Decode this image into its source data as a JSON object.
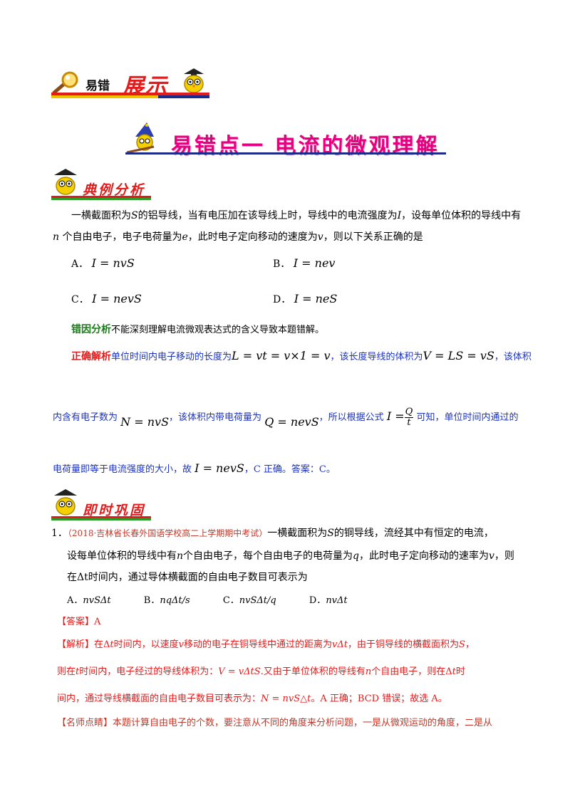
{
  "banner": {
    "small": "易错",
    "big": "展示"
  },
  "main_title": "易错点一  电流的微观理解",
  "section1": {
    "title": "典例分析"
  },
  "question": {
    "line1_a": "一横截面积为",
    "line1_S": "S",
    "line1_b": "的铝导线，当有电压加在该导线上时，导线中的电流强度为",
    "line1_I": "I",
    "line1_c": "，设每单位体积的导线中有",
    "line2_n": "n",
    "line2_a": "个自由电子，电子电荷量为",
    "line2_e": "e",
    "line2_b": "，此时电子定向移动的速度为",
    "line2_v": "v",
    "line2_c": "，则以下关系正确的是"
  },
  "options": [
    {
      "label": "A．",
      "expr": "I = nvS"
    },
    {
      "label": "B．",
      "expr": "I = nev"
    },
    {
      "label": "C．",
      "expr": "I = nevS"
    },
    {
      "label": "D．",
      "expr": "I = neS"
    }
  ],
  "error_cause": {
    "label": "错因分析",
    "text": "不能深刻理解电流微观表达式的含义导致本题错解。"
  },
  "correct_analysis": {
    "label": "正确解析",
    "t1": "单位时间内电子移动的长度为",
    "m1": "L = vt = v×1 = v",
    "t2": "，该长度导线的体积为",
    "m2": "V = LS = vS",
    "t3": "，该体积",
    "t4": "内含有电子数为",
    "m3": "N = nvS",
    "t5": "，该体积内带电荷量为",
    "m4": "Q = nevS",
    "t6": "，所以根据公式",
    "m5_lhs": "I =",
    "m5_num": "Q",
    "m5_den": "t",
    "t7": "可知，单位时间内通过的",
    "t8": "电荷量即等于电流强度的大小，故",
    "m6": "I = nevS",
    "t9": "，C 正确。答案：C。"
  },
  "section2": {
    "title": "即时巩固"
  },
  "q1": {
    "number": "1．",
    "source": "（2018·吉林省长春外国语学校高二上学期期中考试）",
    "t1": "一横截面积为",
    "S": "S",
    "t2": "的铜导线，流经其中有恒定的电流，",
    "t3": "设每单位体积的导线中有",
    "n": "n",
    "t4": "个自由电子，每个自由电子的电荷量为",
    "q": "q",
    "t5": "，此时电子定向移动的速率为",
    "v": "v",
    "t6": "，则",
    "t7_sym": "在Δt",
    "t7": "时间内，通过导体横截面的自由电子数目可表示为",
    "options": [
      {
        "label": "A．",
        "expr": "nvSΔt"
      },
      {
        "label": "B．",
        "expr": "nqΔt/s"
      },
      {
        "label": "C．",
        "expr": "nvSΔt/q"
      },
      {
        "label": "D．",
        "expr": "nvΔt"
      }
    ]
  },
  "answer": {
    "label": "【答案】",
    "value": "A"
  },
  "analysis": {
    "label": "【解析】",
    "l1_a": "在Δ",
    "l1_t": "t",
    "l1_b": "时间内，以速度",
    "l1_v": "v",
    "l1_c": "移动的电子在铜导线中通过的距离为",
    "l1_vdt": "vΔt",
    "l1_d": "，由于铜导线的横截面积为",
    "l1_S": "S",
    "l1_e": "，",
    "l2_a": "则在",
    "l2_t": "t",
    "l2_b": "时间内，电子经过的导线体积为：",
    "l2_m": "V = vΔtS",
    "l2_c": ".又由于单位体积的导线有",
    "l2_n": "n",
    "l2_d": "个自由电子，则在Δ",
    "l2_t2": "t",
    "l2_e": "时",
    "l3_a": "间内，通过导线横截面的自由电子数目可表示为：",
    "l3_m": "N = nvS△t",
    "l3_b": "。A 正确；BCD 错误；故选 A。"
  },
  "tip": {
    "label": "【名师点睛】",
    "text": "本题计算自由电子的个数，要注意从不同的角度来分析问题，一是从微观运动的角度，二是从"
  },
  "colors": {
    "red": "#e31b1b",
    "magenta": "#e5007f",
    "blue": "#1c33c0",
    "green": "#1a7a1a",
    "navy": "#1c2a8c"
  }
}
